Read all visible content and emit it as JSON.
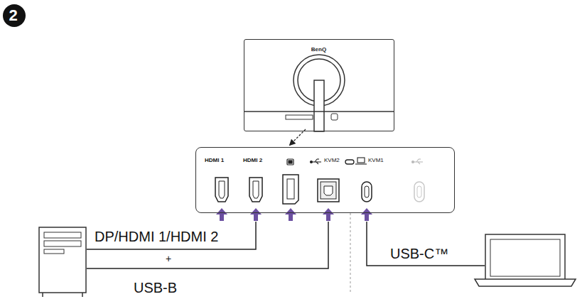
{
  "diagram": {
    "nodes": [
      {
        "text": [
          "2"
        ]
      },
      {
        "text": [
          "BenQ"
        ]
      },
      {
        "text": [
          "HDMI 1",
          "HDMI 2",
          "KVM2",
          "KVM1"
        ]
      }
    ],
    "labels": [
      "DP/HDMI 1/HDMI 2",
      "+",
      "USB-B",
      "USB-C™"
    ]
  }
}
